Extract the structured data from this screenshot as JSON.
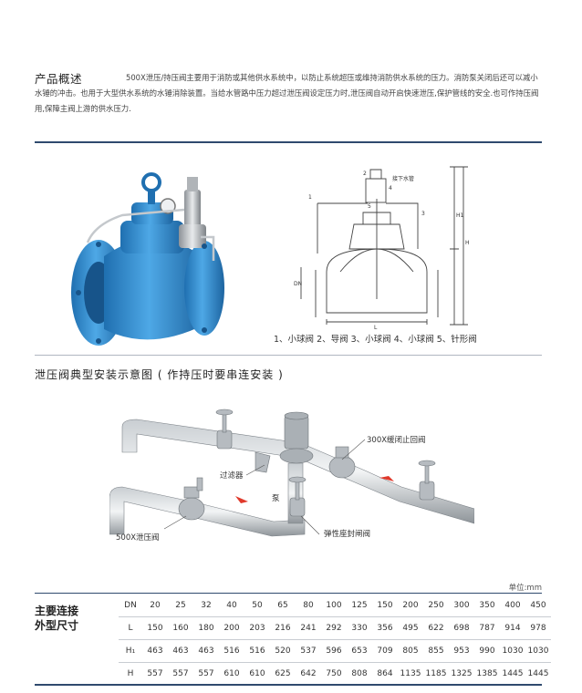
{
  "overview": {
    "title": "产品概述",
    "text": "500X泄压/持压阀主要用于消防或其他供水系统中，以防止系统超压或维持消防供水系统的压力。消防泵关闭后还可以减小水锤的冲击。也用于大型供水系统的水锤消除装置。当给水管路中压力超过泄压阀设定压力时,泄压阀自动开启快速泄压,保护管线的安全.也可作持压阀用,保障主阀上游的供水压力."
  },
  "schematic": {
    "legend": "1、小球阀   2、导阀   3、小球阀   4、小球阀   5、针形阀",
    "labels": {
      "n1": "1",
      "n2": "2",
      "n3": "3",
      "n4": "4",
      "n5": "5",
      "drain": "接下水管",
      "dim_h1": "H1",
      "dim_h": "H",
      "dim_l": "L",
      "dim_dn": "DN"
    }
  },
  "installation": {
    "title": "泄压阀典型安装示意图 ( 作持压时要串连安装 )",
    "labels": {
      "check_valve": "300X缓闭止回阀",
      "filter": "过滤器",
      "pump": "泵",
      "relief_valve": "500X泄压阀",
      "gate_valve": "弹性座封闸阀"
    }
  },
  "table": {
    "unit": "单位:mm",
    "title_line1": "主要连接",
    "title_line2": "外型尺寸",
    "rows": [
      {
        "head": "DN",
        "values": [
          "20",
          "25",
          "32",
          "40",
          "50",
          "65",
          "80",
          "100",
          "125",
          "150",
          "200",
          "250",
          "300",
          "350",
          "400",
          "450"
        ]
      },
      {
        "head": "L",
        "values": [
          "150",
          "160",
          "180",
          "200",
          "203",
          "216",
          "241",
          "292",
          "330",
          "356",
          "495",
          "622",
          "698",
          "787",
          "914",
          "978"
        ]
      },
      {
        "head": "H₁",
        "values": [
          "463",
          "463",
          "463",
          "516",
          "516",
          "520",
          "537",
          "596",
          "653",
          "709",
          "805",
          "855",
          "953",
          "990",
          "1030",
          "1030"
        ]
      },
      {
        "head": "H",
        "values": [
          "557",
          "557",
          "557",
          "610",
          "610",
          "625",
          "642",
          "750",
          "808",
          "864",
          "1135",
          "1185",
          "1325",
          "1385",
          "1445",
          "1445"
        ]
      }
    ]
  },
  "colors": {
    "accent": "#2f4a6e",
    "valve_blue": "#2f8fd0",
    "pipe_gray": "#9da3a8"
  }
}
